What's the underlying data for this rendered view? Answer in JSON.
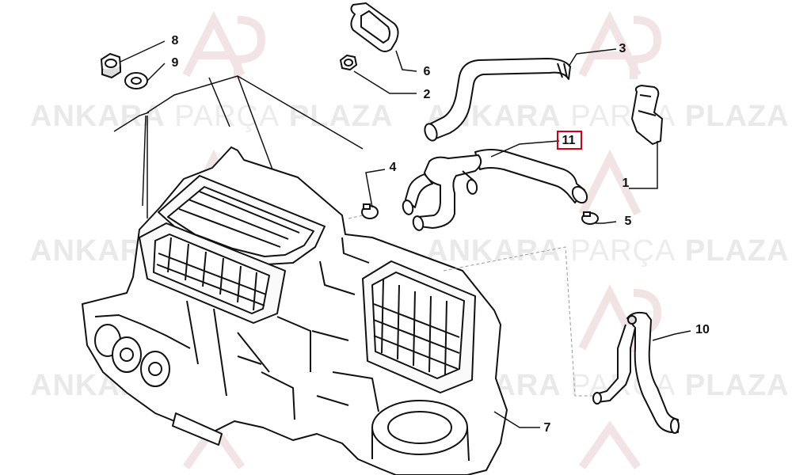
{
  "watermark": {
    "word1": "ANKARA",
    "word2": "PARÇA",
    "word3": "PLAZA"
  },
  "callouts": [
    {
      "id": "c1",
      "label": "1"
    },
    {
      "id": "c2",
      "label": "2"
    },
    {
      "id": "c3",
      "label": "3"
    },
    {
      "id": "c4",
      "label": "4"
    },
    {
      "id": "c5",
      "label": "5"
    },
    {
      "id": "c6",
      "label": "6"
    },
    {
      "id": "c7",
      "label": "7"
    },
    {
      "id": "c8",
      "label": "8"
    },
    {
      "id": "c9",
      "label": "9"
    },
    {
      "id": "c10",
      "label": "10"
    },
    {
      "id": "c11",
      "label": "11",
      "highlighted": true
    }
  ],
  "highlight_color": "#d0021b"
}
